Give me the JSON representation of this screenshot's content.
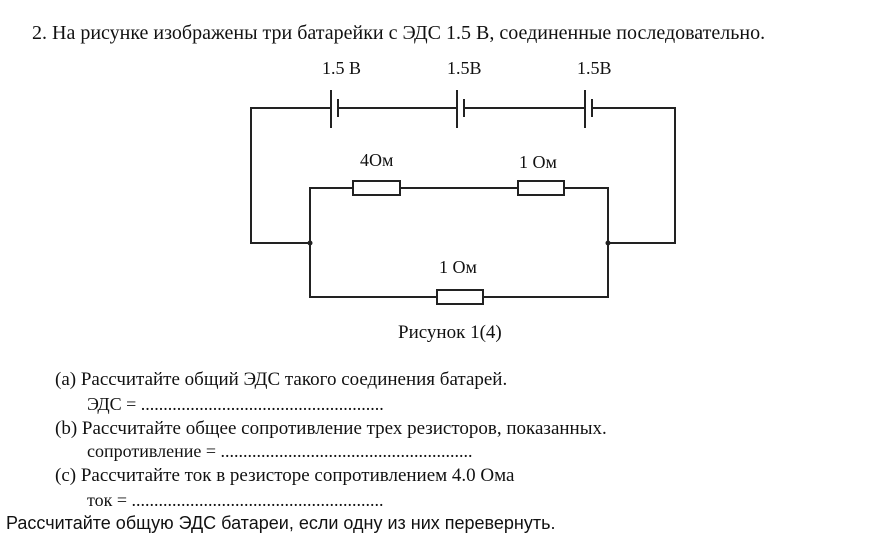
{
  "question": {
    "title": "2. На рисунке изображены три батарейки с ЭДС 1.5 В, соединенные последовательно."
  },
  "figure": {
    "battery_labels": [
      "1.5 В",
      "1.5В",
      "1.5В"
    ],
    "resistor_labels": [
      "4Ом",
      "1 Ом",
      "1 Ом"
    ],
    "caption": "Рисунок 1(4)"
  },
  "items": [
    {
      "text": "(a) Рассчитайте общий ЭДС такого соединения батарей.",
      "answer": "ЭДС = ......................................................"
    },
    {
      "text": "(b) Рассчитайте общее сопротивление трех резисторов, показанных.",
      "answer": "сопротивление = ........................................................"
    },
    {
      "text": "(c) Рассчитайте ток в резисторе сопротивлением 4.0 Ома",
      "answer": "ток = ........................................................"
    }
  ],
  "extra_question": "Рассчитайте общую ЭДС батареи, если одну из них перевернуть."
}
